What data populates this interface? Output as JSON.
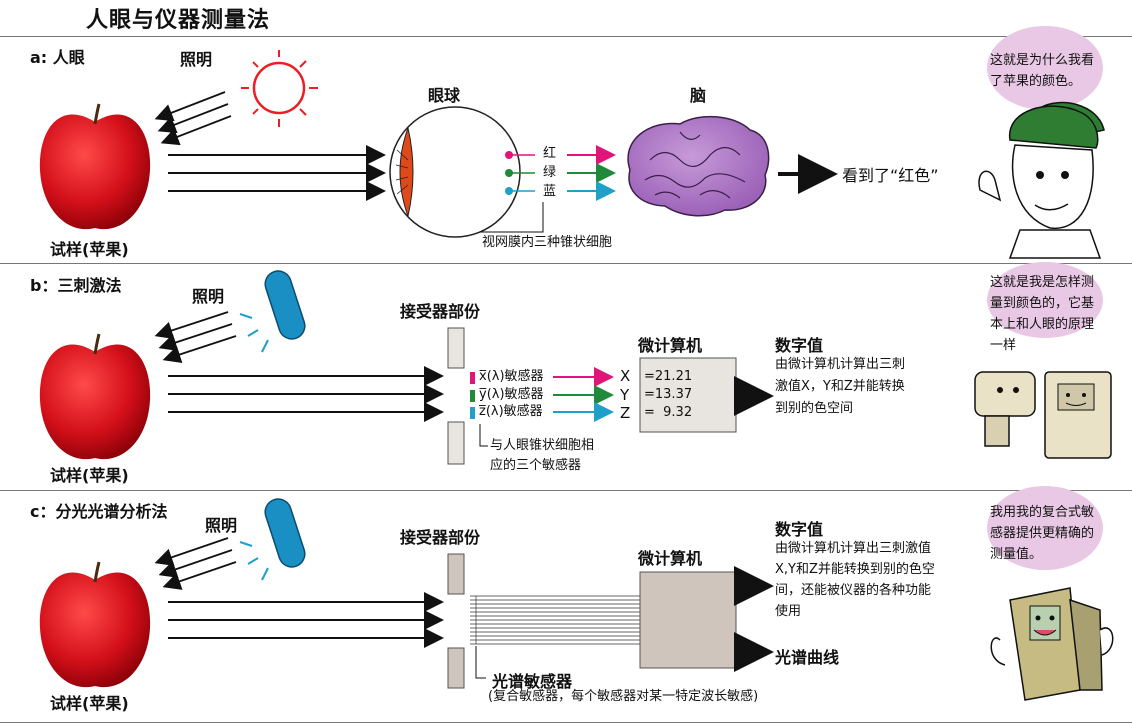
{
  "title": "人眼与仪器测量法",
  "sections": {
    "a": {
      "label": "a: 人眼",
      "lighting": "照明",
      "eyeball": "眼球",
      "brain": "脑",
      "colors": [
        "红",
        "绿",
        "蓝"
      ],
      "cone_note": "视网膜内三种锥状细胞",
      "result": "看到了“红色”",
      "sample": "试样(苹果)",
      "bubble": [
        "这就是为什么我看",
        "了苹果的颜色。"
      ]
    },
    "b": {
      "label": "b：三刺激法",
      "lighting": "照明",
      "receiver": "接受器部份",
      "computer": "微计算机",
      "sensors": [
        "x̅(λ)敏感器",
        "y̅(λ)敏感器",
        "z̅(λ)敏感器"
      ],
      "axes": [
        "X",
        "Y",
        "Z"
      ],
      "values": [
        "=21.21",
        "=13.37",
        "=  9.32"
      ],
      "digital_title": "数字值",
      "digital_desc": [
        "由微计算机计算出三刺",
        "激值X，Y和Z并能转换",
        "到别的色空间"
      ],
      "sensor_note": [
        "与人眼锥状细胞相",
        "应的三个敏感器"
      ],
      "sample": "试样(苹果)",
      "bubble": [
        "这就是我是怎样测",
        "量到颜色的，它基",
        "本上和人眼的原理",
        "一样"
      ]
    },
    "c": {
      "label": "c：分光光谱分析法",
      "lighting": "照明",
      "receiver": "接受器部份",
      "computer": "微计算机",
      "digital_title": "数字值",
      "digital_desc": [
        "由微计算机计算出三刺激值",
        "X,Y和Z并能转换到别的色空",
        "间，还能被仪器的各种功能",
        "使用"
      ],
      "curve": "光谱曲线",
      "spectral_sensor": "光谱敏感器",
      "spectral_note": "(复合敏感器，每个敏感器对某一特定波长敏感)",
      "sample": "试样(苹果)",
      "bubble": [
        "我用我的复合式敏",
        "感器提供更精确的",
        "测量值。"
      ]
    }
  },
  "colors": {
    "red": "#e8184a",
    "green": "#1f8a3a",
    "blue": "#1fa0c8",
    "magenta": "#e0157a",
    "brain": "#a46fc0",
    "bubble": "#e8c8e4",
    "lamp": "#1a8fc4",
    "sun": "#ee1c24"
  }
}
